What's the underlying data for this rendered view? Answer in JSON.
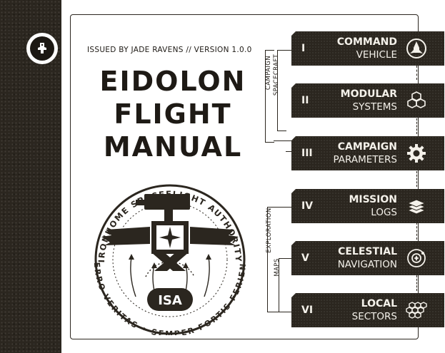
{
  "manual": {
    "issued_line": "ISSUED BY JADE RAVENS // VERSION 1.0.0",
    "title_line_1": "EIDOLON",
    "title_line_2": "FLIGHT",
    "title_line_3": "MANUAL"
  },
  "seal": {
    "ring_top_text": "IRONHOME SPACEFLIGHT AUTHORITY",
    "ring_bottom_text": "FERRO VERITAS • SEMPER FORTIS FERIENS",
    "badge": "ISA"
  },
  "groups": {
    "campaign_spacecraft": {
      "line_1": "CAMPAIGN",
      "line_2": "SPACECRAFT"
    },
    "exploration_maps": {
      "line_1": "EXPLORATION",
      "line_2": "MAPS"
    }
  },
  "sections": [
    {
      "num": "I",
      "line_1": "COMMAND",
      "line_2": "VEHICLE",
      "icon": "rocket-emblem-icon"
    },
    {
      "num": "II",
      "line_1": "MODULAR",
      "line_2": "SYSTEMS",
      "icon": "cubes-icon"
    },
    {
      "num": "III",
      "line_1": "CAMPAIGN",
      "line_2": "PARAMETERS",
      "icon": "gear-icon"
    },
    {
      "num": "IV",
      "line_1": "MISSION",
      "line_2": "LOGS",
      "icon": "layers-icon"
    },
    {
      "num": "V",
      "line_1": "CELESTIAL",
      "line_2": "NAVIGATION",
      "icon": "orbit-target-icon"
    },
    {
      "num": "VI",
      "line_1": "LOCAL",
      "line_2": "SECTORS",
      "icon": "hex-grid-icon"
    }
  ],
  "colors": {
    "ink": "#2b261f",
    "paper": "#ffffff",
    "tab_text": "#f4f1ea"
  }
}
